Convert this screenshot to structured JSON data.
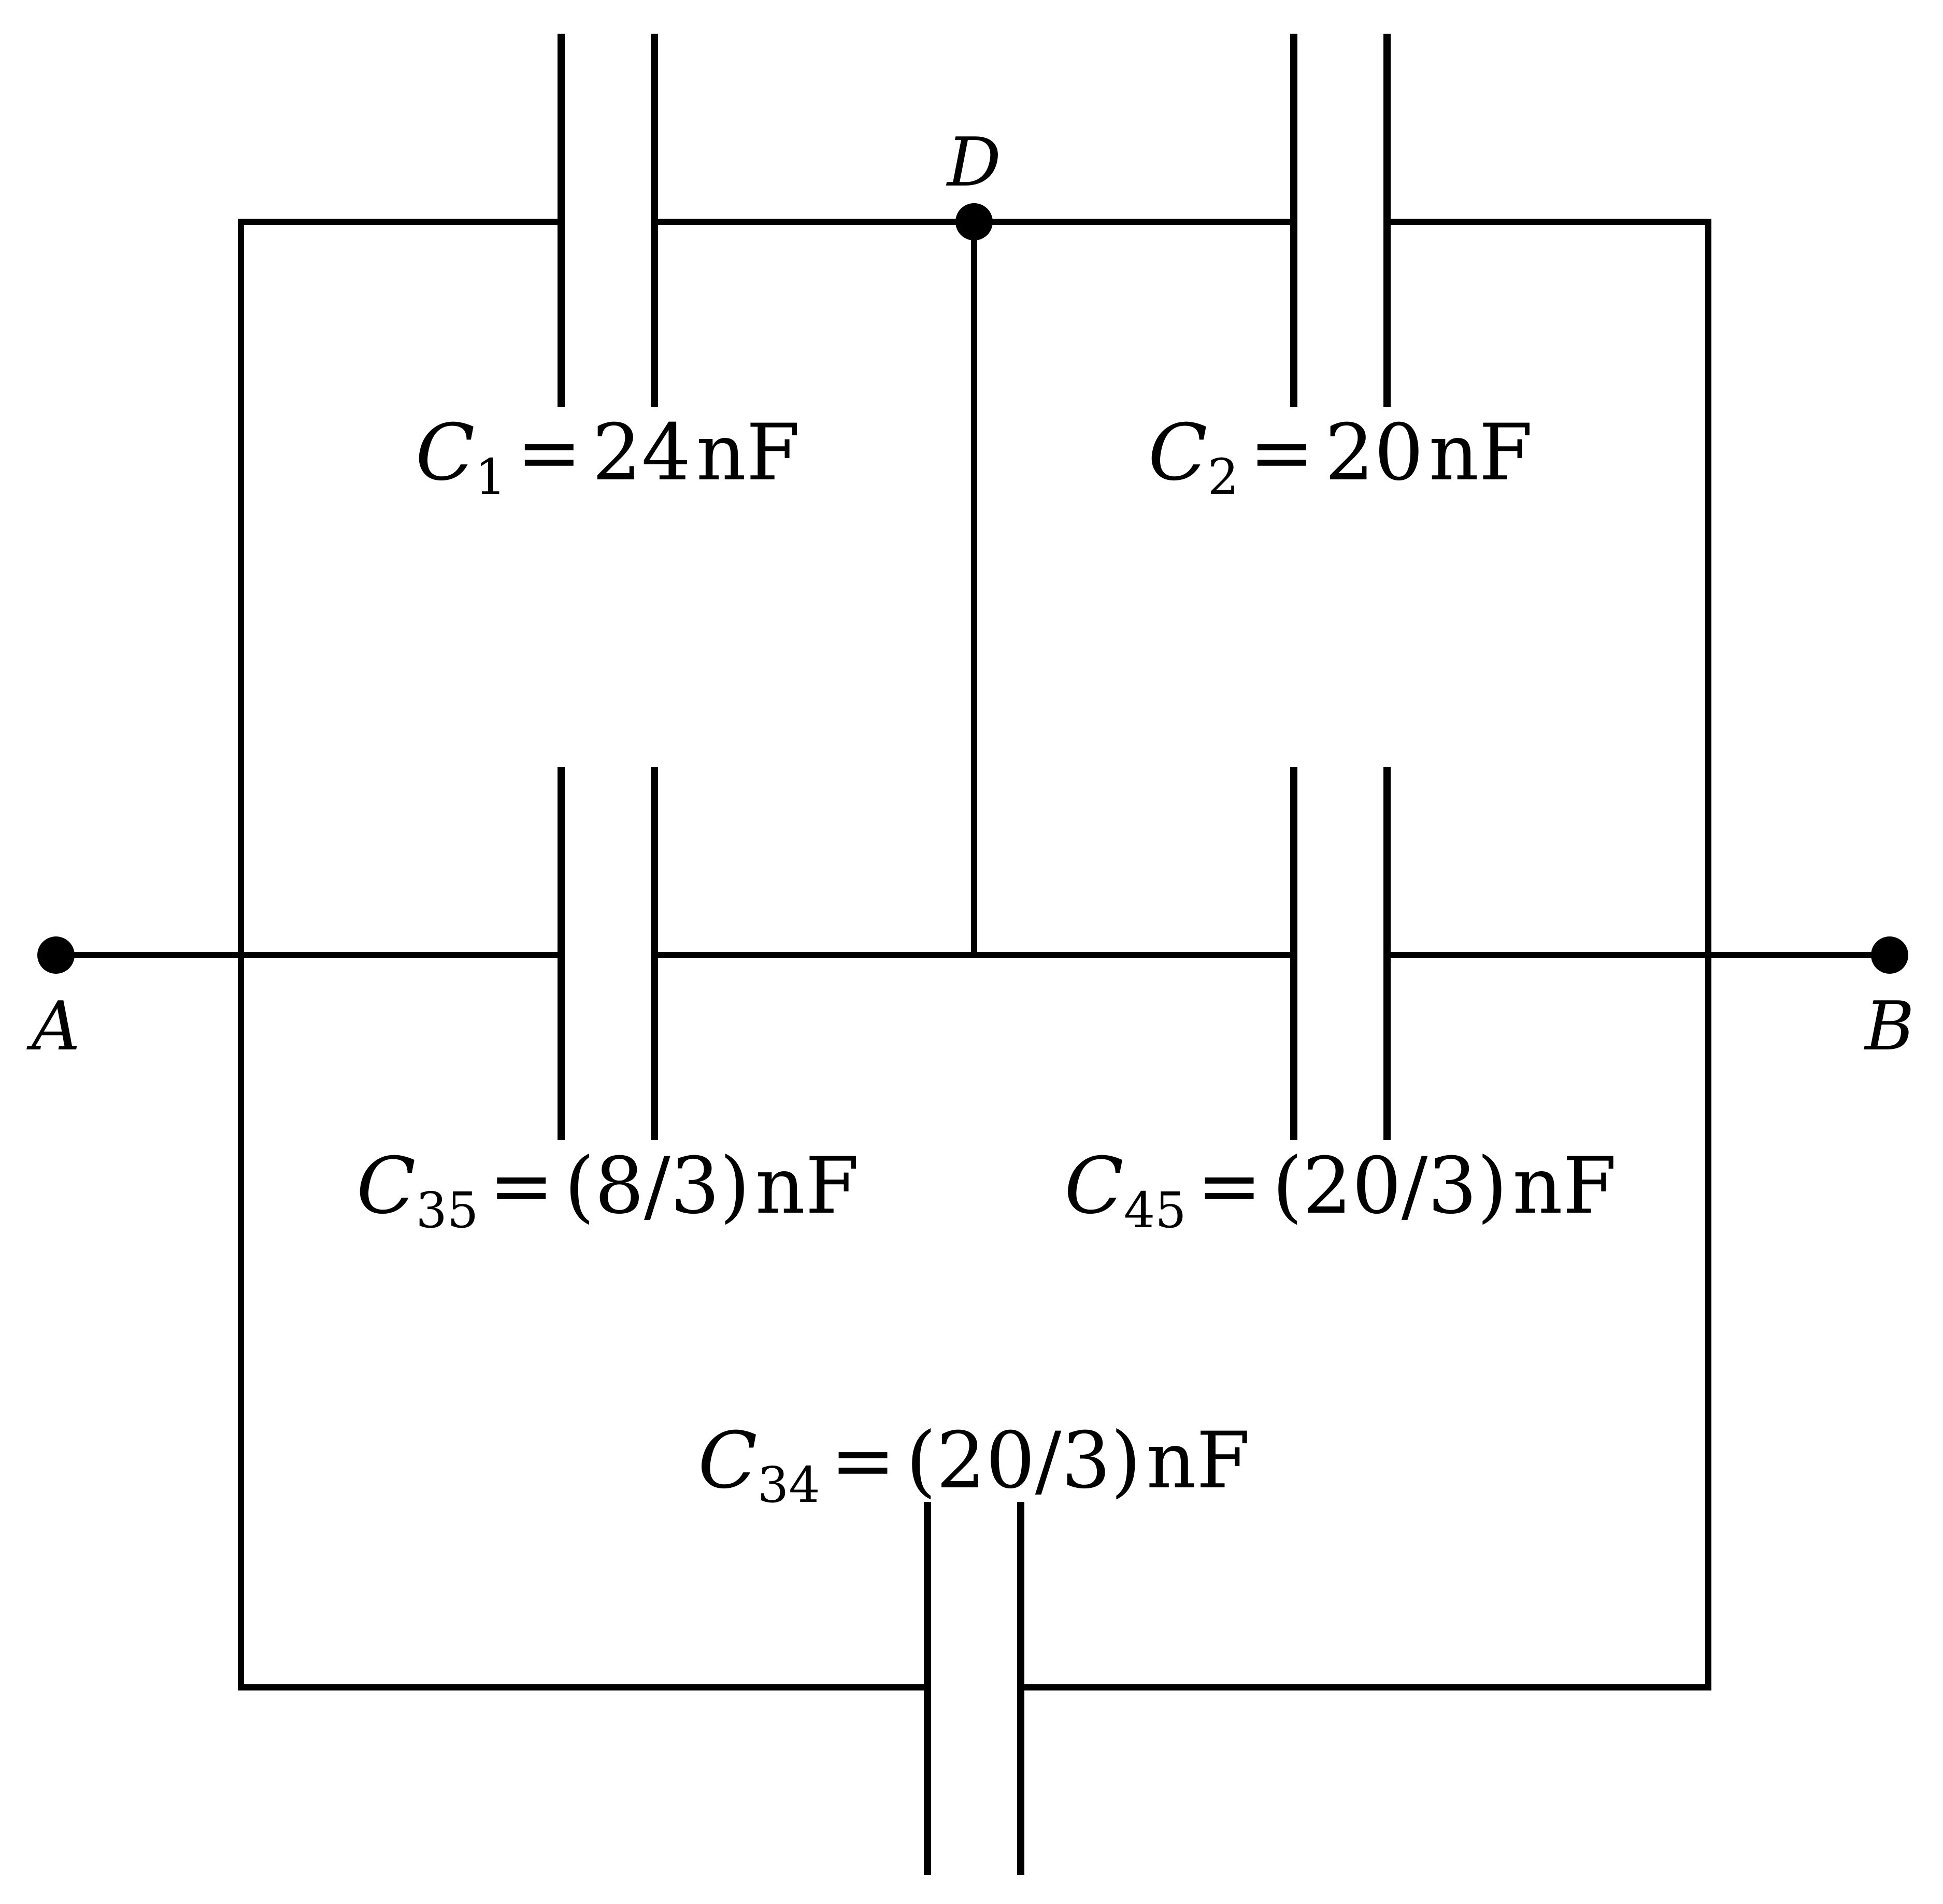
{
  "diagram": {
    "nodes": {
      "A": "A",
      "B": "B",
      "D": "D"
    },
    "capacitors": [
      {
        "id": "C1",
        "symbol": "C",
        "subscript": "1",
        "equals": "=",
        "value": "24",
        "unit": "nF"
      },
      {
        "id": "C2",
        "symbol": "C",
        "subscript": "2",
        "equals": "=",
        "value": "20",
        "unit": "nF"
      },
      {
        "id": "C35",
        "symbol": "C",
        "subscript": "35",
        "equals": "=",
        "value": "(8/3)",
        "unit": "nF"
      },
      {
        "id": "C45",
        "symbol": "C",
        "subscript": "45",
        "equals": "=",
        "value": "(20/3)",
        "unit": "nF"
      },
      {
        "id": "C34",
        "symbol": "C",
        "subscript": "34",
        "equals": "=",
        "value": "(20/3)",
        "unit": "nF"
      }
    ]
  }
}
